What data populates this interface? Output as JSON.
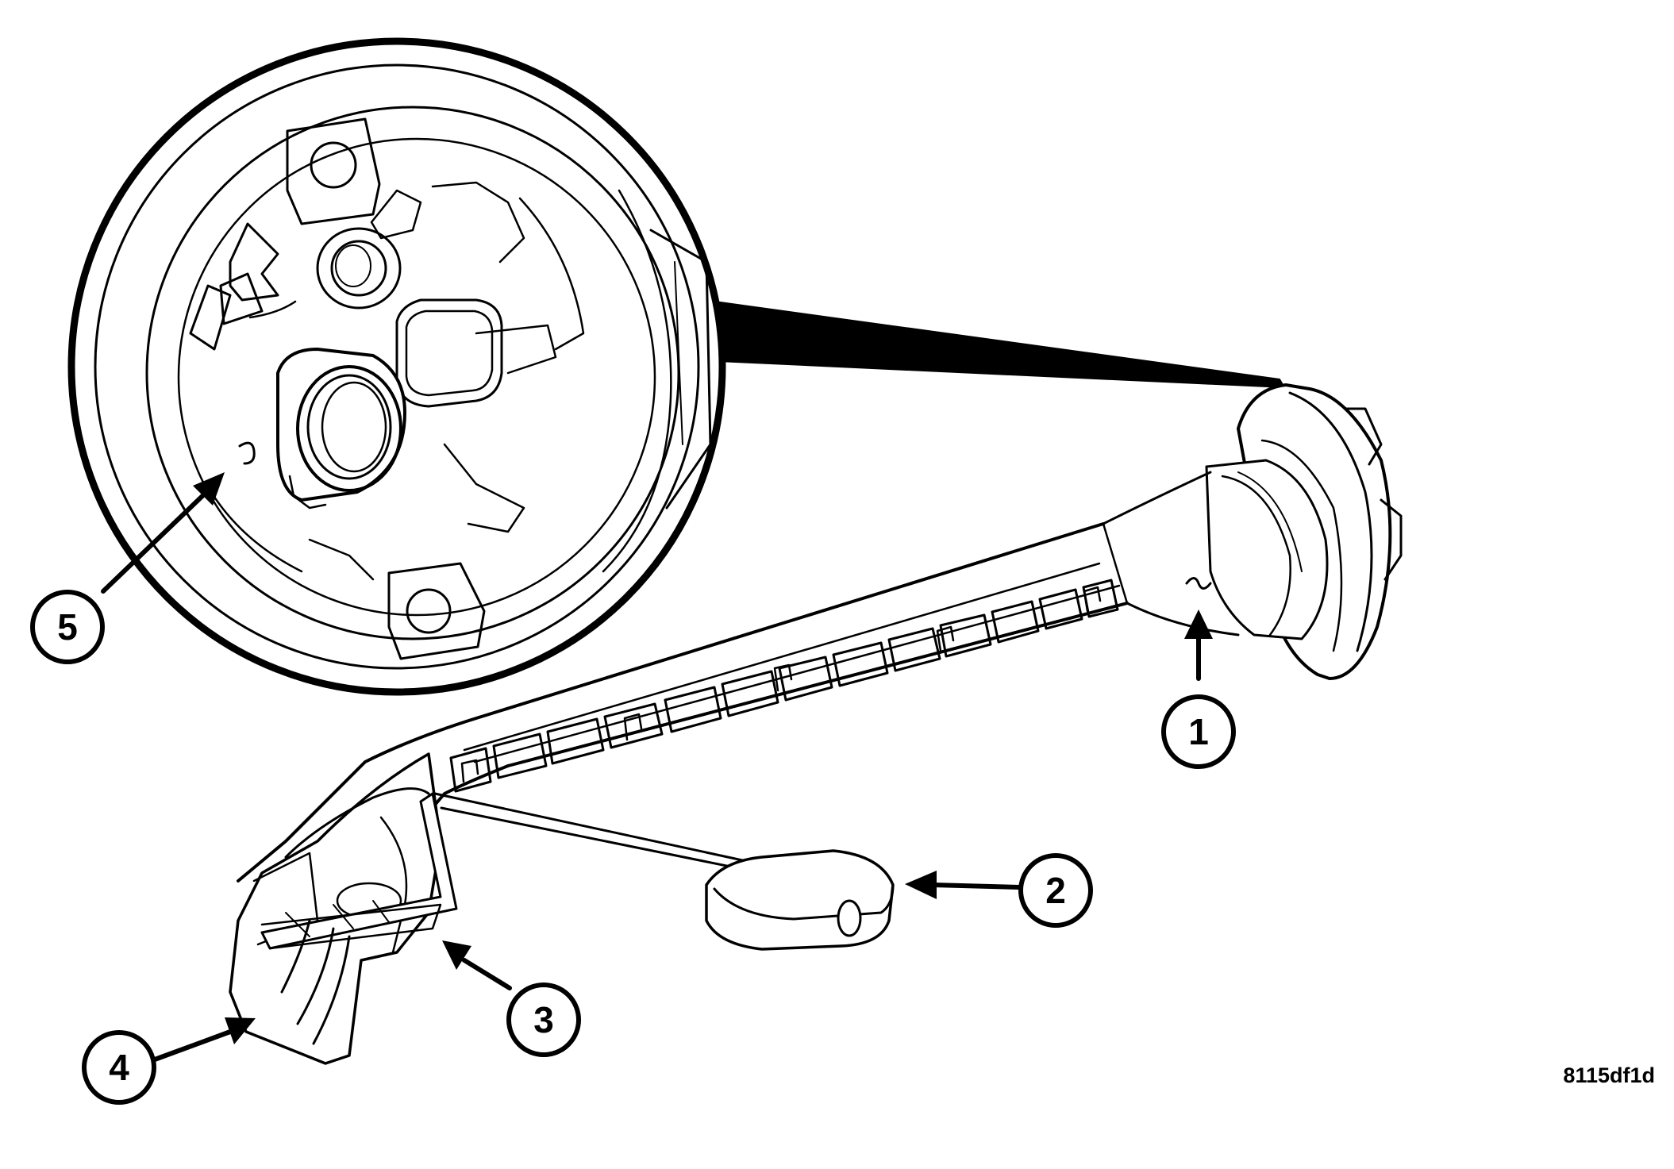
{
  "figure": {
    "id": "8115df1d",
    "colors": {
      "ink": "#000000",
      "paper": "#ffffff"
    }
  },
  "callouts": [
    {
      "number": "1"
    },
    {
      "number": "2"
    },
    {
      "number": "3"
    },
    {
      "number": "4"
    },
    {
      "number": "5"
    }
  ]
}
